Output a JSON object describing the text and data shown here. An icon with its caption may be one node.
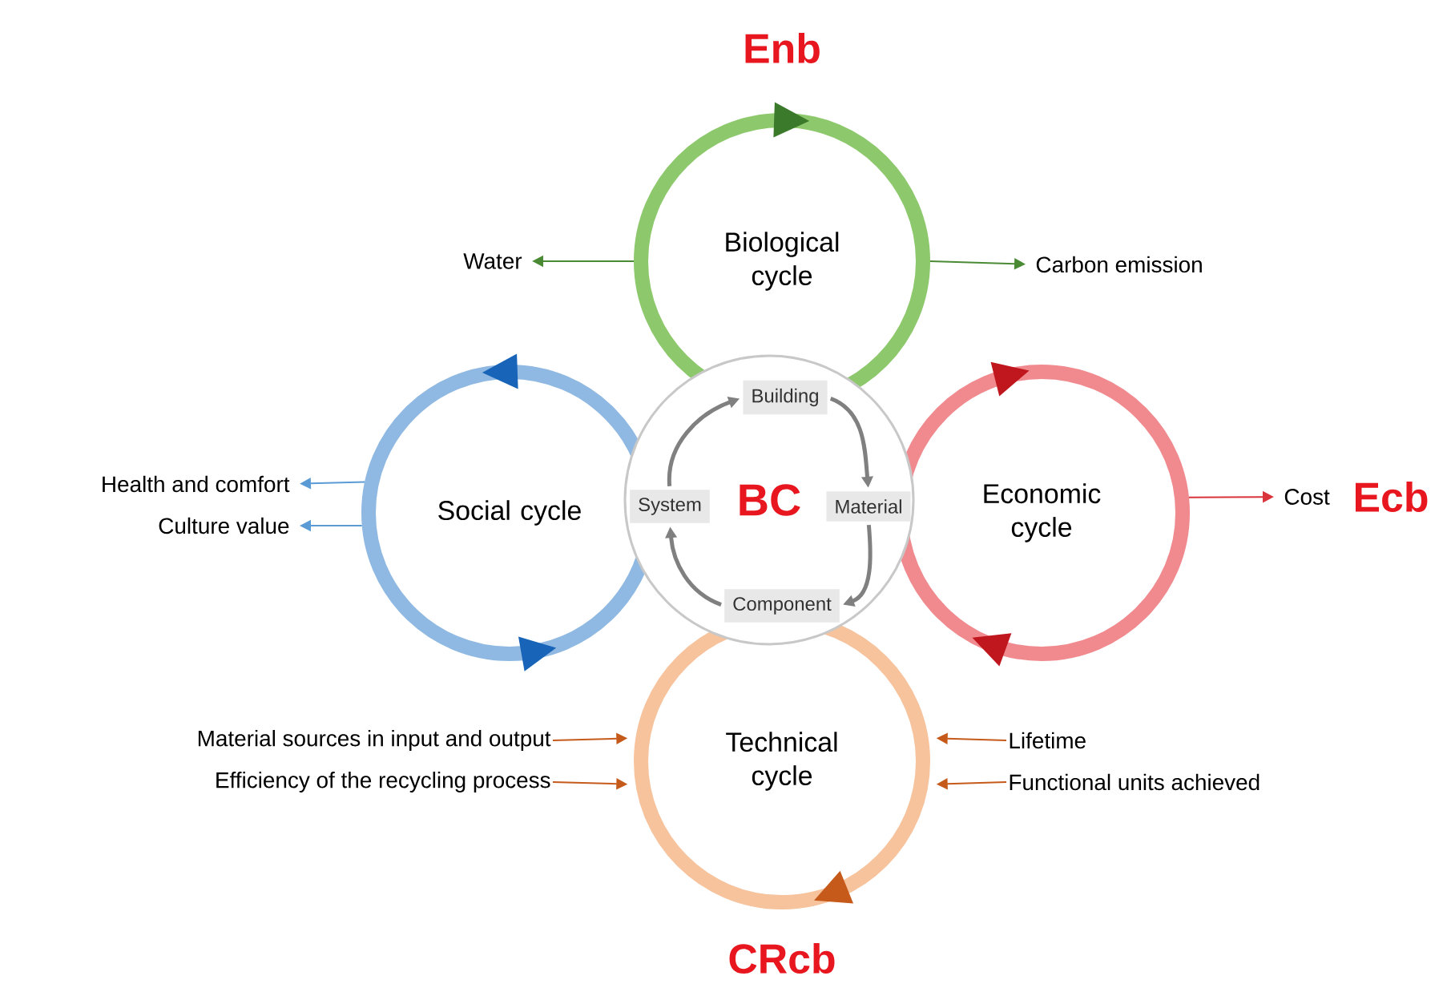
{
  "diagram": {
    "nodes": [
      {
        "text": [
          "Biological cycle"
        ]
      },
      {
        "text": [
          "Social cycle"
        ]
      },
      {
        "text": [
          "BC"
        ]
      },
      {
        "text": [
          "Building"
        ],
        "in": 2
      },
      {
        "text": [
          "System"
        ],
        "in": 2
      },
      {
        "text": [
          "Material"
        ],
        "in": 2
      },
      {
        "text": [
          "Component"
        ],
        "in": 2
      },
      {
        "text": [
          "Economic cycle"
        ]
      },
      {
        "text": [
          "Technical cycle"
        ]
      },
      {
        "text": [
          "Water"
        ]
      },
      {
        "text": [
          "Carbon emission"
        ]
      },
      {
        "text": [
          "Health and comfort"
        ]
      },
      {
        "text": [
          "Culture value"
        ]
      },
      {
        "text": [
          "Cost"
        ]
      },
      {
        "text": [
          "Material sources in input and output"
        ]
      },
      {
        "text": [
          "Efficiency of the recycling process"
        ]
      },
      {
        "text": [
          "Lifetime"
        ]
      },
      {
        "text": [
          "Functional units achieved"
        ]
      }
    ],
    "edges": [
      {
        "from": 0,
        "to": 9,
        "arrow": "to",
        "color": "#4a8a35"
      },
      {
        "from": 0,
        "to": 10,
        "arrow": "to",
        "color": "#4a8a35"
      },
      {
        "from": 1,
        "to": 11,
        "arrow": "to",
        "color": "#5b9bd5"
      },
      {
        "from": 1,
        "to": 12,
        "arrow": "to",
        "color": "#5b9bd5"
      },
      {
        "from": 3,
        "to": 5,
        "arrow": "to",
        "style": "thick",
        "color": "#808080"
      },
      {
        "from": 5,
        "to": 6,
        "arrow": "to",
        "style": "thick",
        "color": "#808080"
      },
      {
        "from": 6,
        "to": 4,
        "arrow": "to",
        "style": "thick",
        "color": "#808080"
      },
      {
        "from": 4,
        "to": 3,
        "arrow": "to",
        "style": "thick",
        "color": "#808080"
      },
      {
        "from": 7,
        "to": 13,
        "arrow": "to",
        "color": "#d9343c"
      },
      {
        "from": 14,
        "to": 8,
        "arrow": "to",
        "color": "#c55a1b"
      },
      {
        "from": 15,
        "to": 8,
        "arrow": "to",
        "color": "#c55a1b"
      },
      {
        "from": 16,
        "to": 8,
        "arrow": "to",
        "color": "#c55a1b"
      },
      {
        "from": 17,
        "to": 8,
        "arrow": "to",
        "color": "#c55a1b"
      }
    ],
    "labels": [
      "Enb",
      "Ecb",
      "CRcb"
    ]
  }
}
